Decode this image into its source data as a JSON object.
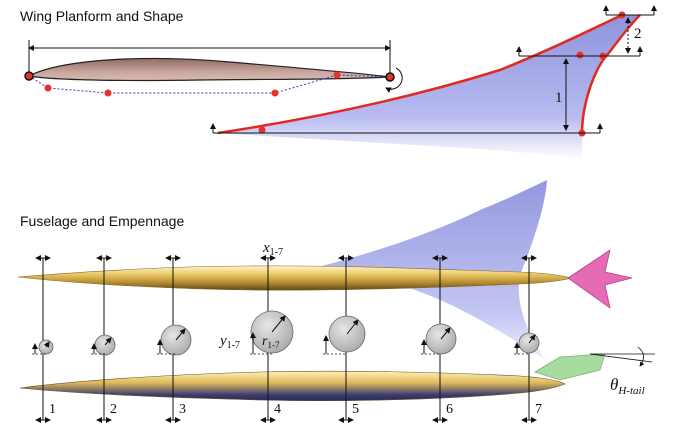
{
  "sections": {
    "wing_title": "Wing Planform and Shape",
    "fuselage_title": "Fuselage and Empennage"
  },
  "wing_labels": {
    "dim_1": "1",
    "dim_2": "2"
  },
  "fuselage_labels": {
    "x": "x",
    "x_sub": "1-7",
    "y": "y",
    "y_sub": "1-7",
    "r": "r",
    "r_sub": "1-7",
    "theta": "θ",
    "theta_sub": "H-tail",
    "stations": [
      "1",
      "2",
      "3",
      "4",
      "5",
      "6",
      "7"
    ]
  },
  "colors": {
    "airfoil_fill": "#b78e84",
    "control_point": "#e8312b",
    "wing_fill": "#a9aee8",
    "fuselage_gold": "#d6b65c",
    "vtail_pink": "#e56bb5",
    "htail_green": "#a6dca0",
    "cross_section": "#c8c8c8"
  }
}
